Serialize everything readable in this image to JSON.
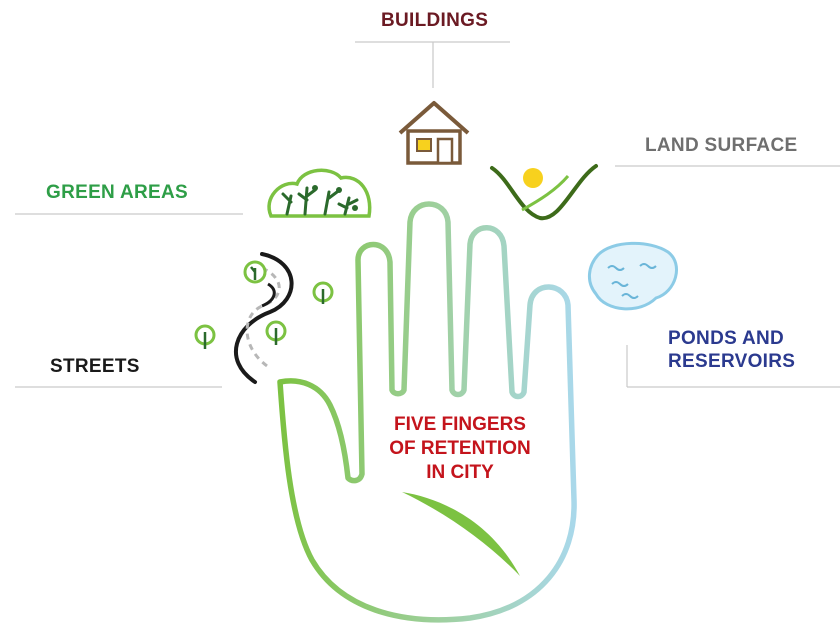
{
  "labels": {
    "buildings": "BUILDINGS",
    "land_surface": "LAND SURFACE",
    "green_areas": "GREEN AREAS",
    "streets": "STREETS",
    "ponds_line1": "PONDS AND",
    "ponds_line2": "RESERVOIRS",
    "center_line1": "FIVE FINGERS",
    "center_line2": "OF RETENTION",
    "center_line3": "IN CITY"
  },
  "colors": {
    "buildings": "#6b1a23",
    "land_surface": "#6f6f6f",
    "green_areas": "#2e9e47",
    "streets": "#1a1a1a",
    "ponds": "#2b3a8f",
    "center": "#c4141c",
    "hand_green": "#7cc242",
    "hand_blue": "#a9d8ea",
    "house_brown": "#7a5a3a",
    "sun_yellow": "#f7d11e"
  },
  "icons": [
    "house-icon",
    "valley-sun-icon",
    "bush-trees-icon",
    "winding-street-icon",
    "pond-icon",
    "hand-outline-icon"
  ]
}
